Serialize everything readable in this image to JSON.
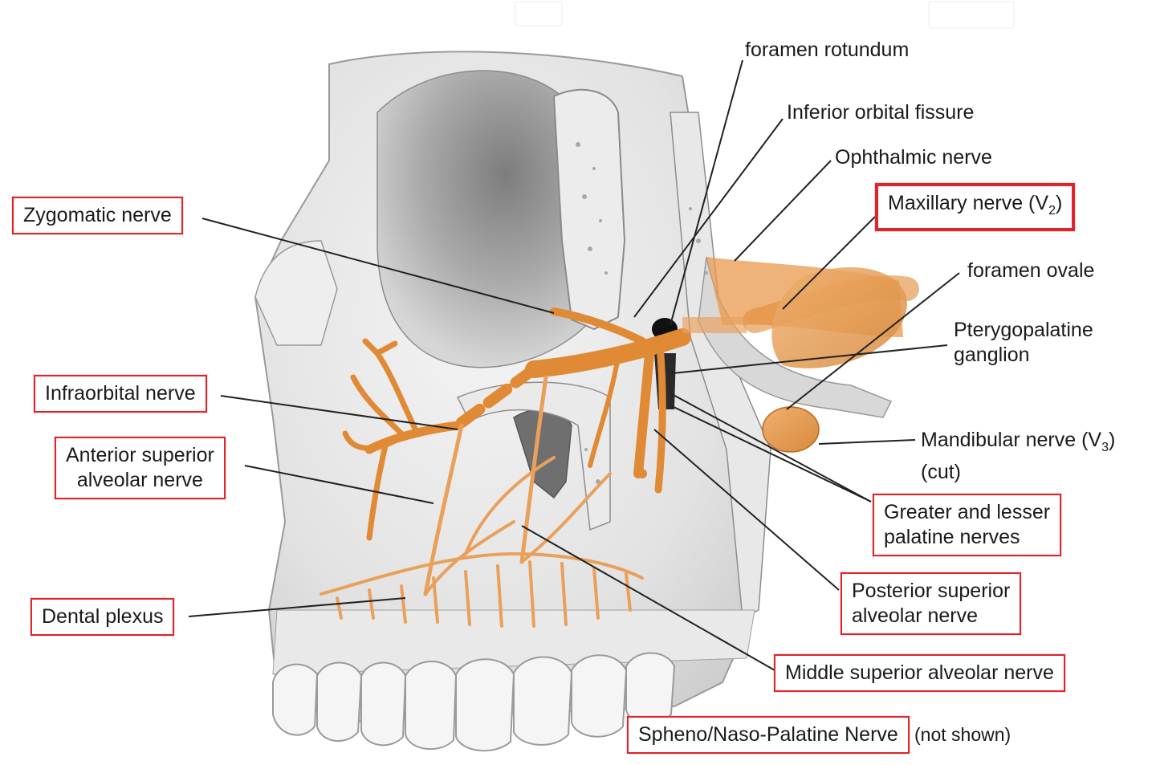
{
  "labels": {
    "foramen_rotundum": "foramen rotundum",
    "inferior_orbital_fissure": "Inferior orbital fissure",
    "ophthalmic_nerve": "Ophthalmic nerve",
    "maxillary_nerve": "Maxillary nerve (V",
    "maxillary_sub": "2",
    "maxillary_close": ")",
    "foramen_ovale": "foramen ovale",
    "pterygopalatine_1": "Pterygopalatine",
    "pterygopalatine_2": "ganglion",
    "mandibular_nerve": "Mandibular nerve (V",
    "mandibular_sub": "3",
    "mandibular_close": ")",
    "mandibular_cut": "(cut)",
    "greater_lesser_1": "Greater and lesser",
    "greater_lesser_2": "palatine nerves",
    "posterior_sup_1": "Posterior superior",
    "posterior_sup_2": "alveolar nerve",
    "middle_sup": "Middle superior alveolar nerve",
    "spheno_naso": "Spheno/Naso-Palatine Nerve",
    "not_shown": "(not shown)",
    "zygomatic": "Zygomatic nerve",
    "infraorbital": "Infraorbital nerve",
    "anterior_sup_1": "Anterior superior",
    "anterior_sup_2": "alveolar nerve",
    "dental_plexus": "Dental plexus"
  },
  "colors": {
    "nerve": "#e08a35",
    "nerve_dark": "#c9701f",
    "bone": "#e6e6e6",
    "bone_shade": "#b9b9b9",
    "highlight_box": "#e0242a",
    "leader": "#222222"
  }
}
